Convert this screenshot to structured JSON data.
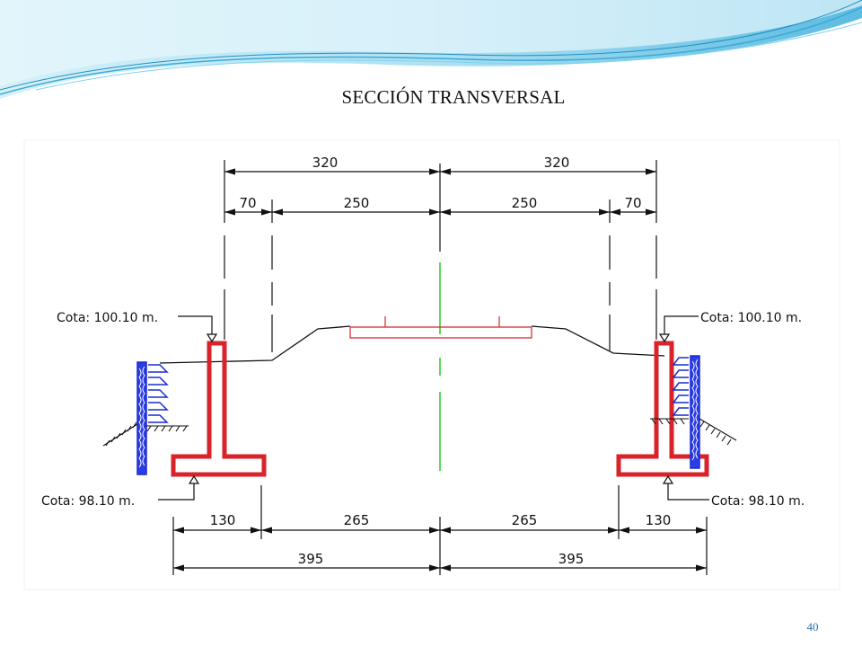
{
  "slide": {
    "title": "SECCIÓN TRANSVERSAL",
    "page_number": "40"
  },
  "colors": {
    "wall": "#d8232a",
    "axis": "#22cc22",
    "road": "#d8232a",
    "gabion": "#1a2bd0",
    "line": "#111111",
    "wave_top": "#7fd3ec"
  },
  "dimensions": {
    "top_half_left": "320",
    "top_half_right": "320",
    "top_shoulder_left": "70",
    "top_lane_left": "250",
    "top_lane_right": "250",
    "top_shoulder_right": "70",
    "bottom_toe_left": "130",
    "bottom_inner_left": "265",
    "bottom_inner_right": "265",
    "bottom_toe_right": "130",
    "total_left": "395",
    "total_right": "395"
  },
  "elevations": {
    "top_left": "Cota: 100.10 m.",
    "top_right": "Cota: 100.10 m.",
    "bottom_left": "Cota: 98.10 m.",
    "bottom_right": "Cota: 98.10 m."
  }
}
